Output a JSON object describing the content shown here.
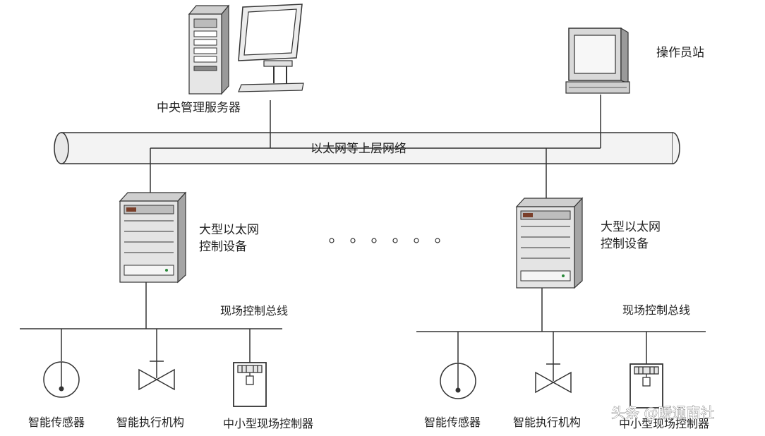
{
  "labels": {
    "central_server": "中央管理服务器",
    "operator_station": "操作员站",
    "ethernet_network": "以太网等上层网络",
    "large_ethernet_controller_left": "大型以太网控制设备",
    "large_ethernet_controller_right": "大型以太网控制设备",
    "fieldbus_left": "现场控制总线",
    "fieldbus_right": "现场控制总线",
    "sensor_left": "智能传感器",
    "actuator_left": "智能执行机构",
    "field_controller_left": "中小型现场控制器",
    "sensor_right": "智能传感器",
    "actuator_right": "智能执行机构",
    "field_controller_right": "中小型现场控制器"
  },
  "watermark": "头条 @暖通南社",
  "colors": {
    "line": "#333333",
    "pipe_fill": "#f3f3f3",
    "device_fill": "#e4e4e4",
    "screen": "#f7f7f7"
  }
}
